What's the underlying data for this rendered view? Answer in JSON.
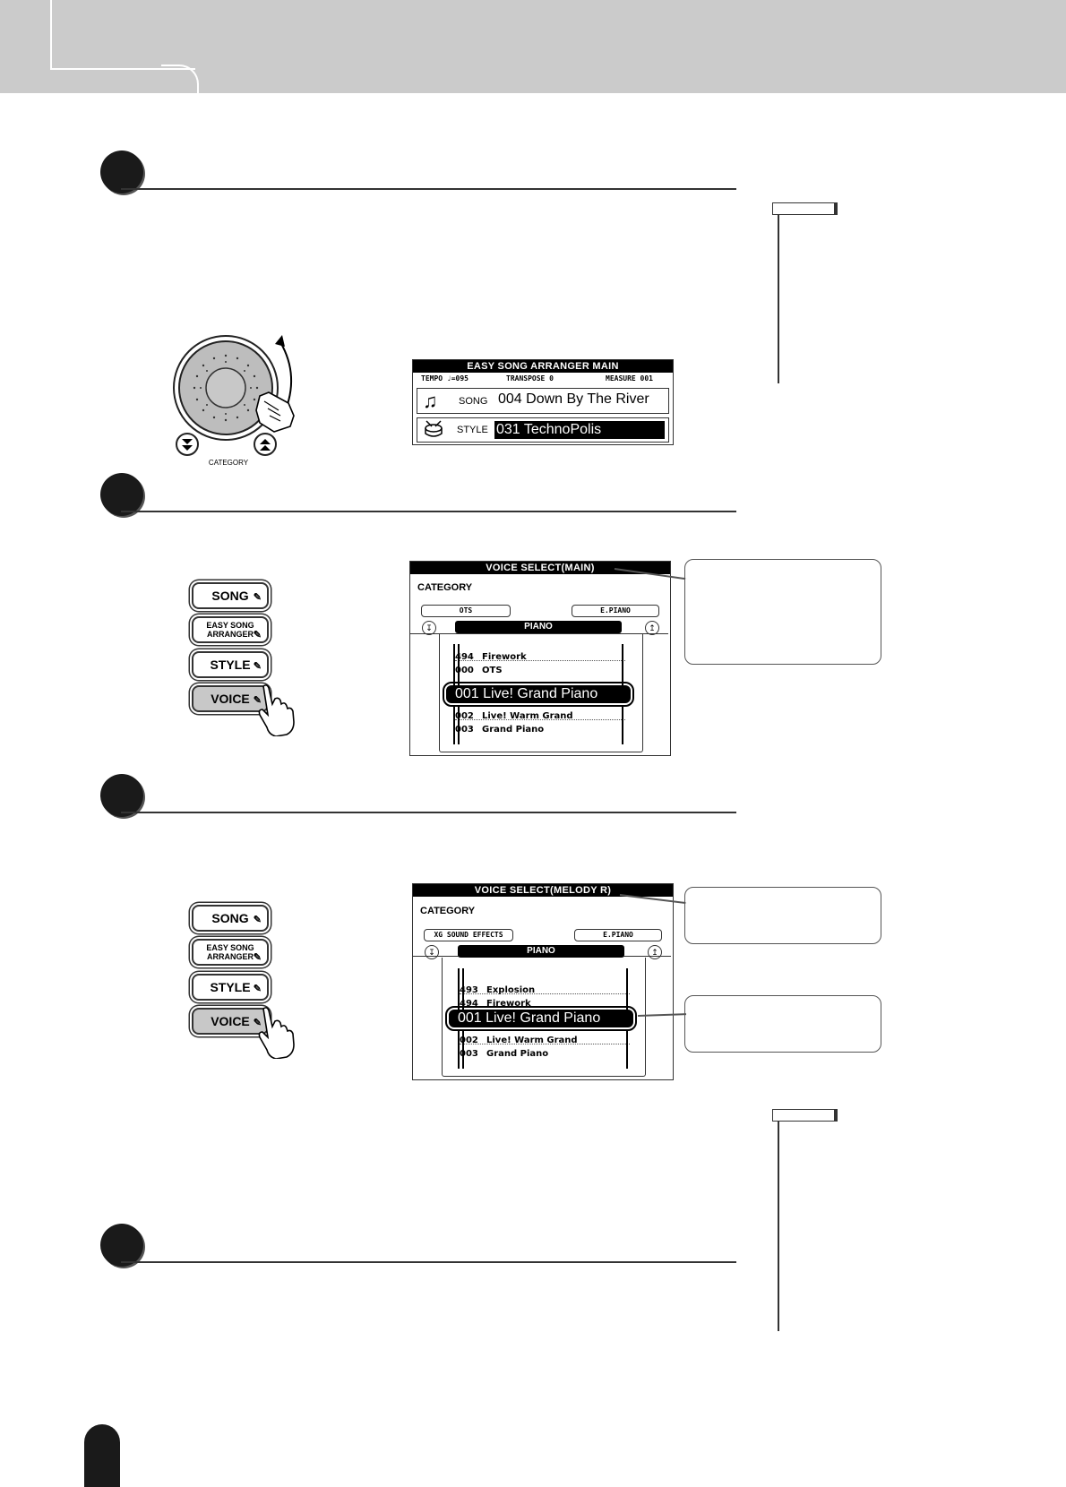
{
  "dial": {
    "category_label": "CATEGORY"
  },
  "display_song": {
    "title": "EASY SONG ARRANGER MAIN",
    "tempo": "TEMPO ♩=095",
    "transpose": "TRANSPOSE 0",
    "measure": "MEASURE 001",
    "song_label": "SONG",
    "song_value": "004 Down By The River",
    "style_label": "STYLE",
    "style_value": "031 TechnoPolis"
  },
  "panel_buttons": {
    "song": "SONG",
    "easy_song_line1": "EASY SONG",
    "easy_song_line2": "ARRANGER",
    "style": "STYLE",
    "voice": "VOICE"
  },
  "display_voice_main": {
    "title": "VOICE SELECT(MAIN)",
    "category_label": "CATEGORY",
    "left_category": "OTS",
    "right_category": "E.PIANO",
    "current_category": "PIANO",
    "above": [
      {
        "num": "494",
        "name": "Firework"
      },
      {
        "num": "000",
        "name": "OTS"
      }
    ],
    "selected": "001  Live! Grand Piano",
    "below": [
      {
        "num": "002",
        "name": "Live! Warm Grand"
      },
      {
        "num": "003",
        "name": "Grand Piano"
      }
    ]
  },
  "display_voice_melody": {
    "title": "VOICE SELECT(MELODY R)",
    "category_label": "CATEGORY",
    "left_category": "XG SOUND EFFECTS",
    "right_category": "E.PIANO",
    "current_category": "PIANO",
    "above": [
      {
        "num": "493",
        "name": "Explosion"
      },
      {
        "num": "494",
        "name": "Firework"
      }
    ],
    "selected": "001  Live! Grand Piano",
    "below": [
      {
        "num": "002",
        "name": "Live! Warm Grand"
      },
      {
        "num": "003",
        "name": "Grand Piano"
      }
    ]
  }
}
